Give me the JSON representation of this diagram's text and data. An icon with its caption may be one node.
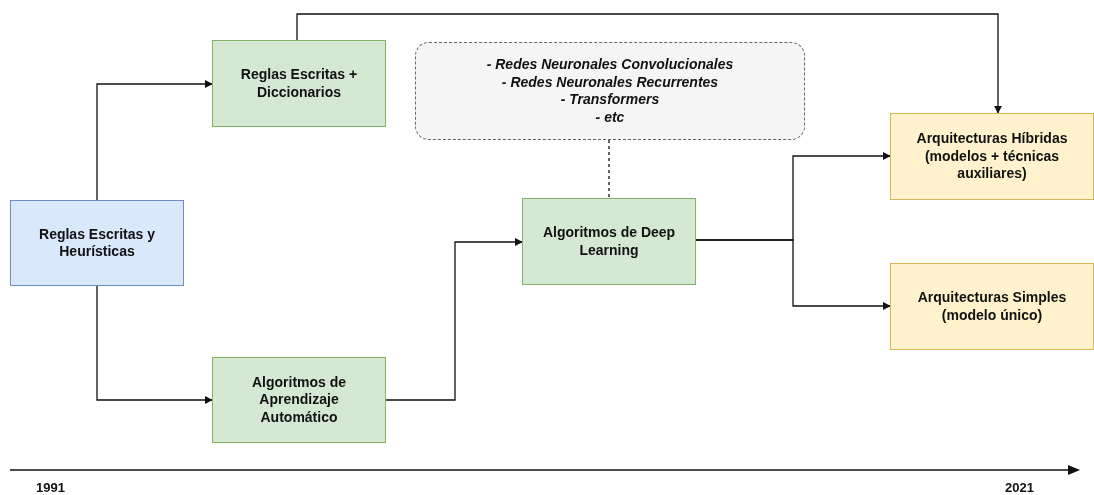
{
  "diagram": {
    "nodes": [
      {
        "text": [
          "Reglas Escritas y Heurísticas"
        ]
      },
      {
        "text": [
          "Reglas Escritas + Diccionarios"
        ]
      },
      {
        "text": [
          "Algoritmos de Aprendizaje Automático"
        ]
      },
      {
        "text": [
          "- Redes Neuronales Convolucionales",
          "- Redes Neuronales Recurrentes",
          "- Transformers",
          "- etc"
        ]
      },
      {
        "text": [
          "Algoritmos de Deep Learning"
        ]
      },
      {
        "text": [
          "Arquitecturas Híbridas (modelos + técnicas auxiliares)"
        ]
      },
      {
        "text": [
          "Arquitecturas Simples (modelo único)"
        ]
      }
    ],
    "edges": [
      {
        "from": 0,
        "to": 1,
        "arrow": "to"
      },
      {
        "from": 0,
        "to": 2,
        "arrow": "to"
      },
      {
        "from": 1,
        "to": 5,
        "arrow": "to"
      },
      {
        "from": 2,
        "to": 4,
        "arrow": "to"
      },
      {
        "from": 3,
        "to": 4,
        "arrow": "none",
        "style": "dashed"
      },
      {
        "from": 4,
        "to": 5,
        "arrow": "to"
      },
      {
        "from": 4,
        "to": 6,
        "arrow": "to"
      }
    ],
    "labels": [
      "1991",
      "2021"
    ]
  }
}
